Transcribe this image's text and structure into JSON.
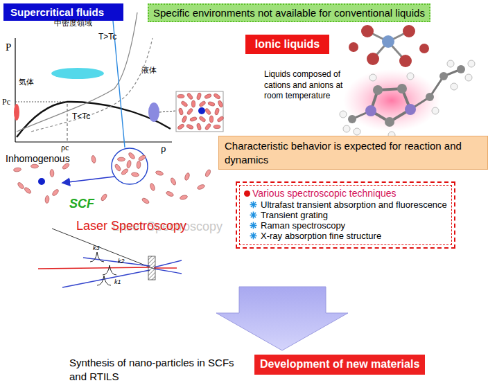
{
  "diagram": {
    "nodes": [
      {
        "text": [
          "Supercritical fluids"
        ]
      },
      {
        "text": [
          "Specific environments not available for conventional liquids"
        ]
      },
      {
        "text": [
          "Ionic liquids"
        ]
      },
      {
        "text": [
          "Characteristic behavior is expected for reaction and dynamics"
        ]
      },
      {
        "text": [
          "Various spectroscopic techniques",
          "Ultrafast transient absorption and fluorescence",
          "Transient grating",
          "Raman spectroscopy",
          "X-ray absorption fine structure"
        ]
      },
      {
        "text": [
          "Development of new materials"
        ]
      }
    ],
    "labels": [
      "中密度領域",
      "T>Tc",
      "P",
      "気体",
      "液体",
      "Pc",
      "T<Tc",
      "ρc",
      "ρ",
      "Liquids composed of cations and anions at room temperature",
      "Inhomogenous",
      "SCF",
      "Laser Spectroscopy",
      "k3",
      "k2",
      "k1",
      "Synthesis of nano-particles in SCFs and RTILS"
    ]
  }
}
